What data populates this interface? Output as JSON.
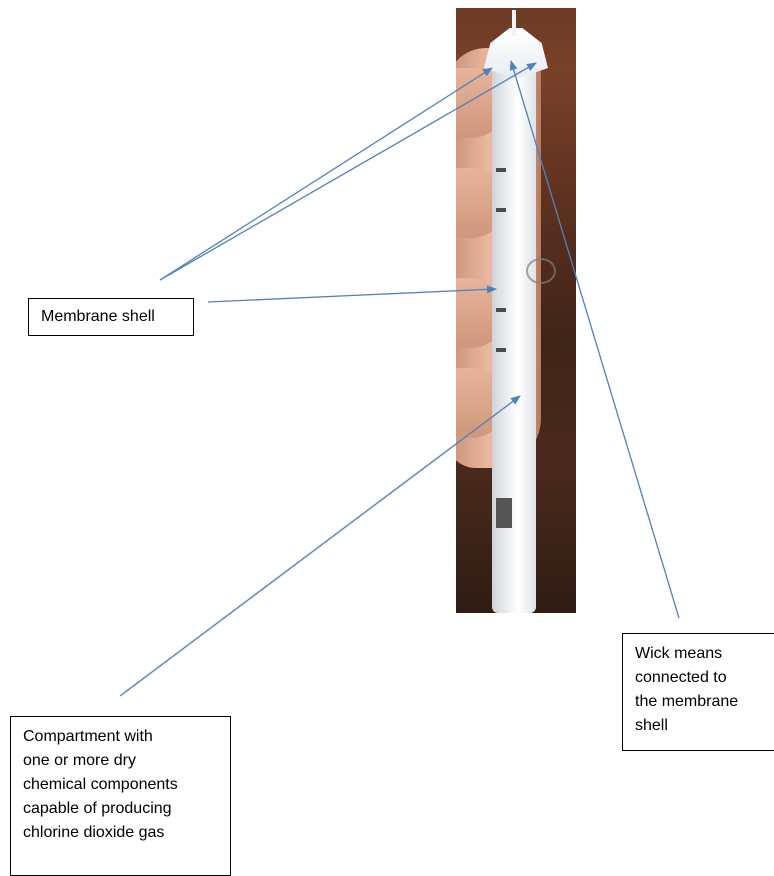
{
  "labels": {
    "membrane_shell": [
      "Membrane shell"
    ],
    "compartment": [
      "Compartment with",
      "one or more dry",
      "chemical components",
      "capable of producing",
      "chlorine dioxide gas"
    ],
    "wick": [
      "Wick means",
      "connected to",
      "the membrane",
      "shell"
    ]
  },
  "colors": {
    "arrow": "#4f81bd",
    "box_border": "#000000",
    "text": "#000000"
  }
}
